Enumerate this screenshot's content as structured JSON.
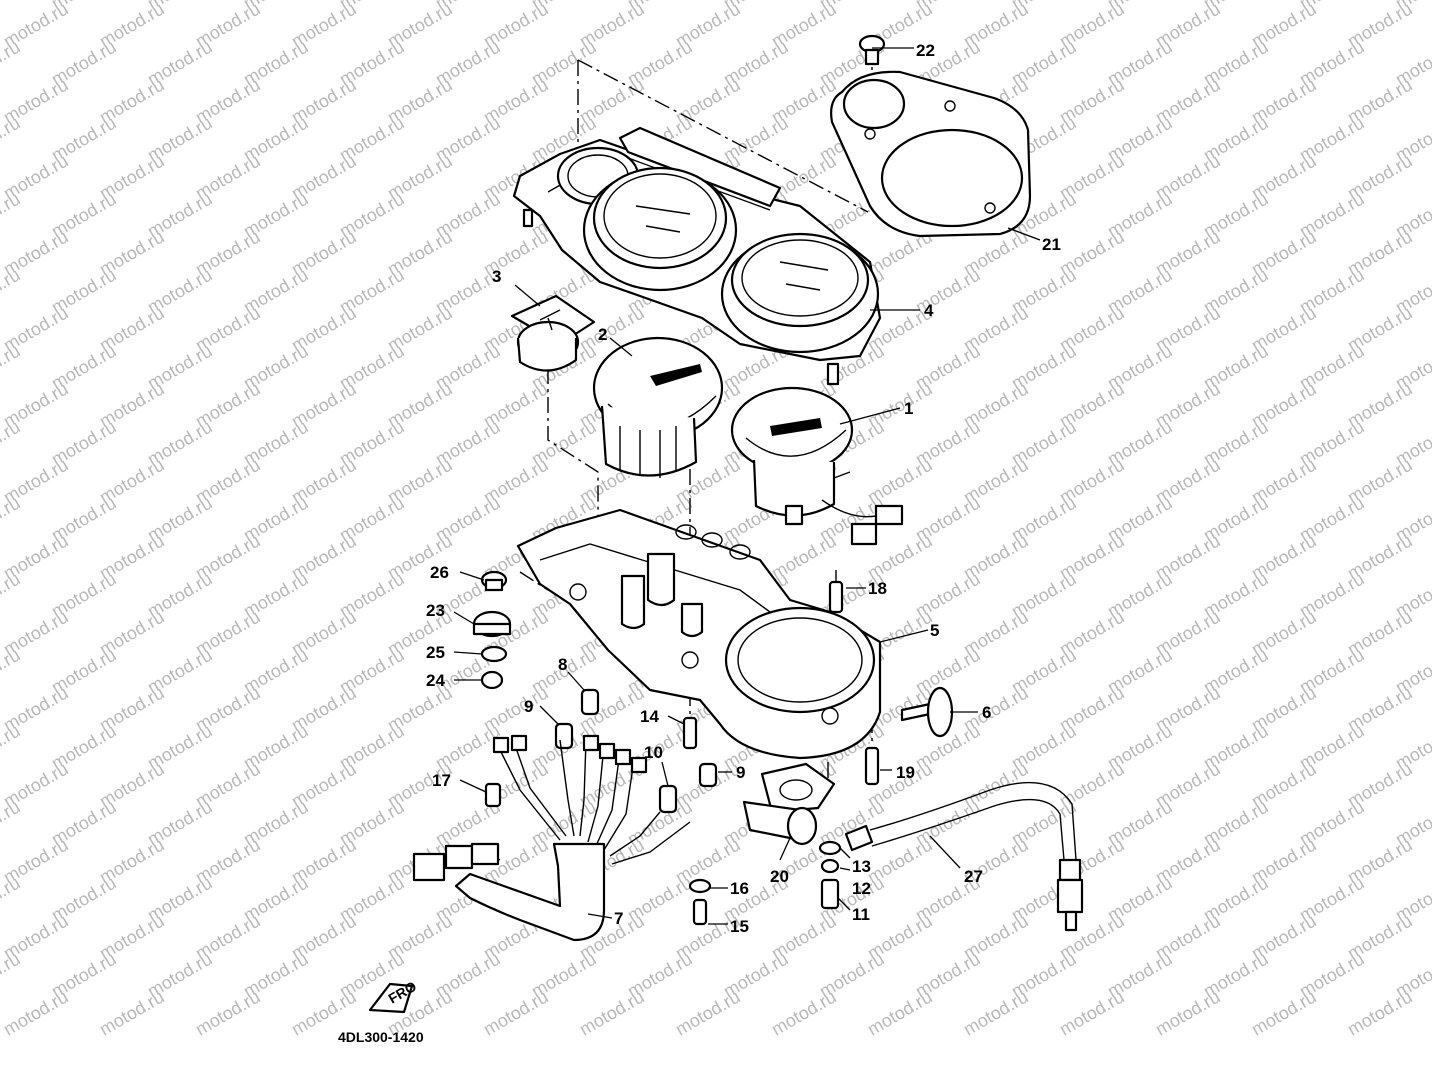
{
  "watermark": "motod.ru",
  "drawing_code": "4DL300-1420",
  "front_marker": "FRO",
  "callouts": {
    "c1": "1",
    "c2": "2",
    "c3": "3",
    "c4": "4",
    "c5": "5",
    "c6": "6",
    "c7": "7",
    "c8": "8",
    "c9a": "9",
    "c9b": "9",
    "c10": "10",
    "c11": "11",
    "c12": "12",
    "c13": "13",
    "c14": "14",
    "c15": "15",
    "c16": "16",
    "c17": "17",
    "c18": "18",
    "c19": "19",
    "c20": "20",
    "c21": "21",
    "c22": "22",
    "c23": "23",
    "c24": "24",
    "c25": "25",
    "c26": "26",
    "c27": "27"
  }
}
